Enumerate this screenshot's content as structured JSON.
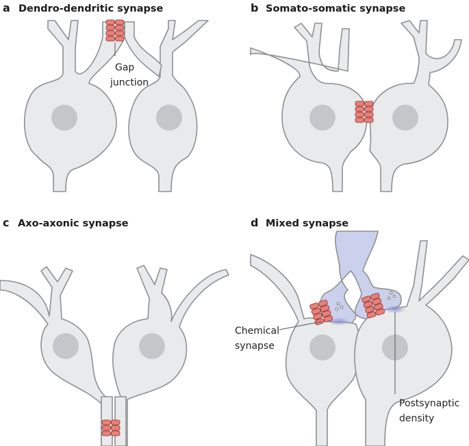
{
  "panels": {
    "a": {
      "letter": "a",
      "title": "Dendro-dendritic synapse"
    },
    "b": {
      "letter": "b",
      "title": "Somato-somatic synapse"
    },
    "c": {
      "letter": "c",
      "title": "Axo-axonic synapse"
    },
    "d": {
      "letter": "d",
      "title": "Mixed synapse"
    }
  },
  "labels": {
    "gap_junction_line1": "Gap",
    "gap_junction_line2": "junction",
    "chemical_synapse_line1": "Chemical",
    "chemical_synapse_line2": "synapse",
    "postsynaptic_density_line1": "Postsynaptic",
    "postsynaptic_density_line2": "density"
  },
  "colors": {
    "membrane": "#8d8f92",
    "cytoplasm": "#e9eaeb",
    "nucleus": "#c4c6c9",
    "gap_junction": "#e8807a",
    "presynaptic_terminal": "#cbd0ec",
    "postsynaptic_density": "#8f96d2"
  }
}
